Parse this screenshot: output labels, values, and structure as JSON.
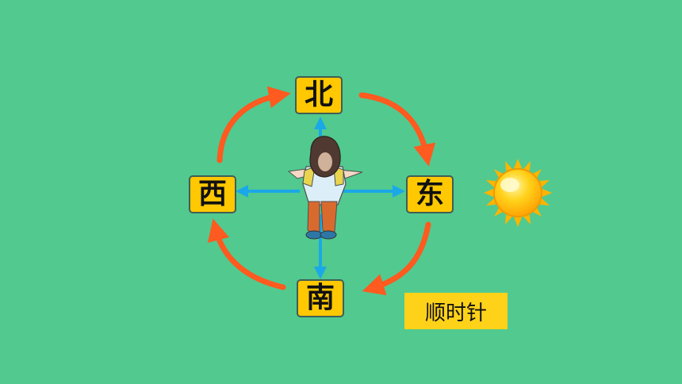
{
  "directions": {
    "north": "北",
    "east": "东",
    "south": "南",
    "west": "西"
  },
  "rotation_label": "顺时针",
  "colors": {
    "background": "#52c98f",
    "label_fill": "#ffc800",
    "arrow_orange": "#ff5a1f",
    "axis_blue": "#1aa8e8"
  },
  "icons": {
    "sun": "sun-icon",
    "person": "girl-figure",
    "rotation": "clockwise-arrow"
  }
}
